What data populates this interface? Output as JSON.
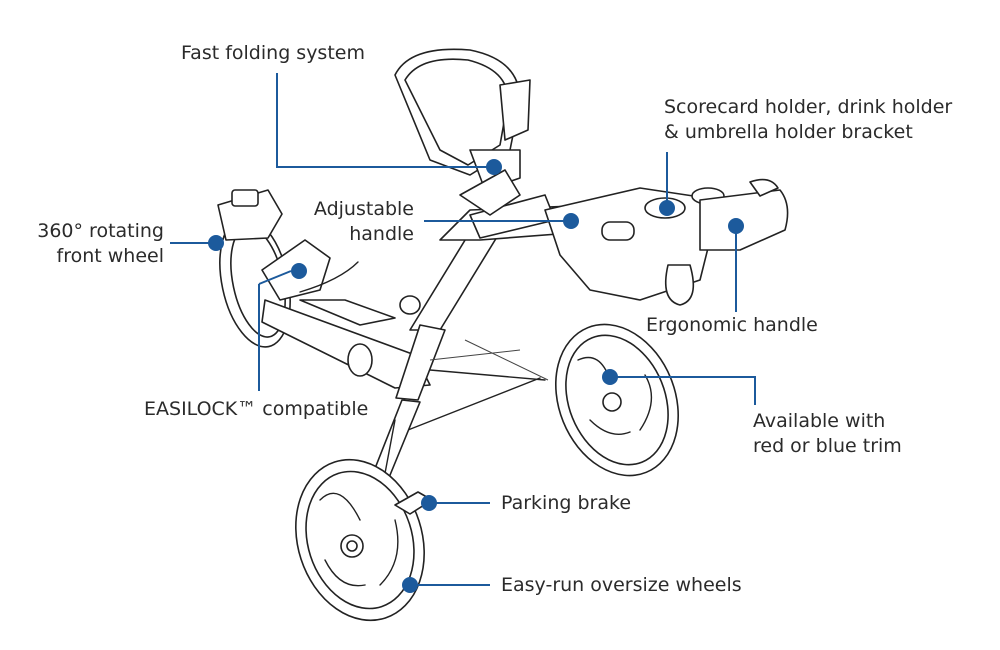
{
  "callouts": {
    "folding": "Fast folding system",
    "scorecard_line1": "Scorecard holder, drink holder",
    "scorecard_line2": "& umbrella holder bracket",
    "rotating_line1": "360° rotating",
    "rotating_line2": "front wheel",
    "adjustable_line1": "Adjustable",
    "adjustable_line2": "handle",
    "ergonomic": "Ergonomic handle",
    "easilock": "EASILOCK™ compatible",
    "trim_line1": "Available with",
    "trim_line2": "red or blue trim",
    "brake": "Parking brake",
    "wheels": "Easy-run oversize wheels"
  },
  "colors": {
    "accent": "#1c5a9c",
    "line_art": "#222222",
    "text": "#2b2b2b"
  },
  "illustration": "golf-push-cart-line-art"
}
